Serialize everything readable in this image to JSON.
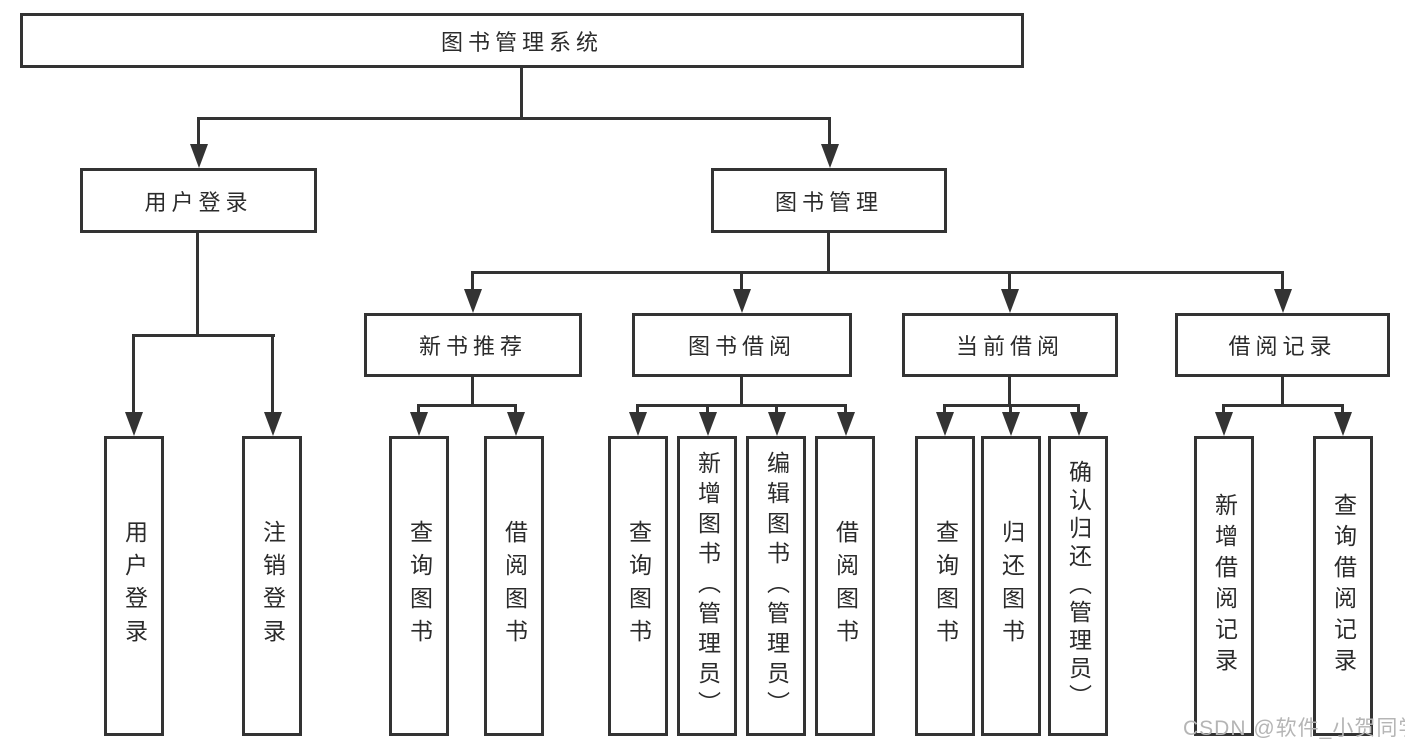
{
  "diagram": {
    "title": "图书管理系统",
    "type": "hierarchy-tree",
    "colors": {
      "line": "#333333",
      "text": "#2b2b2b",
      "background": "#ffffff",
      "watermark": "#b5b5b5"
    },
    "nodes": {
      "root": "图书管理系统",
      "user_login": "用户登录",
      "book_mgmt": "图书管理",
      "new_book_rec": "新书推荐",
      "book_borrow": "图书借阅",
      "current_borrow": "当前借阅",
      "borrow_record": "借阅记录",
      "leaf_user_login": "用户登录",
      "leaf_logout": "注销登录",
      "leaf_query_book_1": "查询图书",
      "leaf_borrow_book_1": "借阅图书",
      "leaf_query_book_2": "查询图书",
      "leaf_add_book": "新增图书（管理员）",
      "leaf_edit_book": "编辑图书（管理员）",
      "leaf_borrow_book_2": "借阅图书",
      "leaf_query_book_3": "查询图书",
      "leaf_return_book": "归还图书",
      "leaf_confirm_return": "确认归还（管理员）",
      "leaf_add_record": "新增借阅记录",
      "leaf_query_record": "查询借阅记录"
    },
    "tree": {
      "label": "图书管理系统",
      "children": [
        {
          "label": "用户登录",
          "children": [
            {
              "label": "用户登录"
            },
            {
              "label": "注销登录"
            }
          ]
        },
        {
          "label": "图书管理",
          "children": [
            {
              "label": "新书推荐",
              "children": [
                {
                  "label": "查询图书"
                },
                {
                  "label": "借阅图书"
                }
              ]
            },
            {
              "label": "图书借阅",
              "children": [
                {
                  "label": "查询图书"
                },
                {
                  "label": "新增图书（管理员）"
                },
                {
                  "label": "编辑图书（管理员）"
                },
                {
                  "label": "借阅图书"
                }
              ]
            },
            {
              "label": "当前借阅",
              "children": [
                {
                  "label": "查询图书"
                },
                {
                  "label": "归还图书"
                },
                {
                  "label": "确认归还（管理员）"
                }
              ]
            },
            {
              "label": "借阅记录",
              "children": [
                {
                  "label": "新增借阅记录"
                },
                {
                  "label": "查询借阅记录"
                }
              ]
            }
          ]
        }
      ]
    },
    "watermark": "CSDN @软件_小贺同学"
  }
}
